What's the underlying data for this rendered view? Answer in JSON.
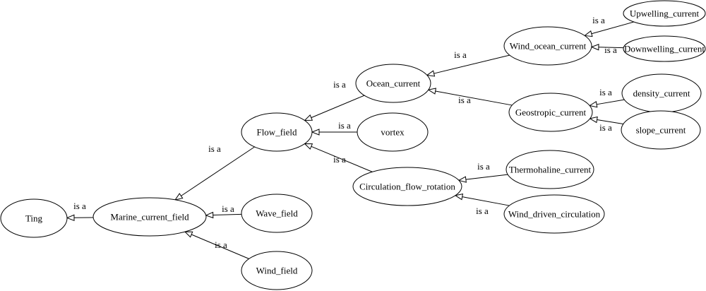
{
  "nodes": {
    "ting": "Ting",
    "marine_current_field": "Marine_current_field",
    "wave_field": "Wave_field",
    "wind_field": "Wind_field",
    "flow_field": "Flow_field",
    "vortex": "vortex",
    "circulation_flow_rotation": "Circulation_flow_rotation",
    "ocean_current": "Ocean_current",
    "wind_ocean_current": "Wind_ocean_current",
    "geostropic_current": "Geostropic_current",
    "thermohaline_current": "Thermohaline_current",
    "wind_driven_circulation": "Wind_driven_circulation",
    "upwelling_current": "Upwelling_current",
    "downwelling_current": "Downwelling_current",
    "density_current": "density_current",
    "slope_current": "slope_current"
  },
  "relation_label": "is a",
  "edges": [
    {
      "from": "marine_current_field",
      "to": "ting"
    },
    {
      "from": "flow_field",
      "to": "marine_current_field"
    },
    {
      "from": "wave_field",
      "to": "marine_current_field"
    },
    {
      "from": "wind_field",
      "to": "marine_current_field"
    },
    {
      "from": "ocean_current",
      "to": "flow_field"
    },
    {
      "from": "vortex",
      "to": "flow_field"
    },
    {
      "from": "circulation_flow_rotation",
      "to": "flow_field"
    },
    {
      "from": "wind_ocean_current",
      "to": "ocean_current"
    },
    {
      "from": "geostropic_current",
      "to": "ocean_current"
    },
    {
      "from": "upwelling_current",
      "to": "wind_ocean_current"
    },
    {
      "from": "downwelling_current",
      "to": "wind_ocean_current"
    },
    {
      "from": "density_current",
      "to": "geostropic_current"
    },
    {
      "from": "slope_current",
      "to": "geostropic_current"
    },
    {
      "from": "thermohaline_current",
      "to": "circulation_flow_rotation"
    },
    {
      "from": "wind_driven_circulation",
      "to": "circulation_flow_rotation"
    }
  ]
}
